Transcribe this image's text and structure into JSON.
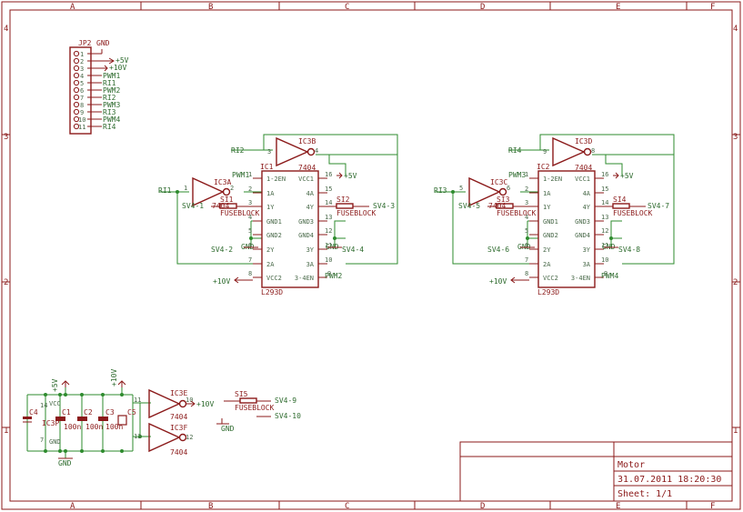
{
  "border": {
    "columns": [
      "A",
      "B",
      "C",
      "D",
      "E",
      "F"
    ],
    "rows": [
      "4",
      "3",
      "2",
      "1"
    ]
  },
  "connector": {
    "ref": "JP2",
    "gnd_label": "GND",
    "pins": [
      "1",
      "2",
      "3",
      "4",
      "5",
      "6",
      "7",
      "8",
      "9",
      "10",
      "11"
    ],
    "nets": [
      "+5V",
      "+10V",
      "PWM1",
      "RI1",
      "PWM2",
      "RI2",
      "PWM3",
      "RI3",
      "PWM4",
      "RI4"
    ]
  },
  "left_block": {
    "driver_ref": "IC1",
    "driver_type": "L293D",
    "inv_top_ref": "IC3B",
    "inv_top_type": "7404",
    "inv_left_ref": "IC3A",
    "inv_left_type": "7404",
    "pin_names_left": [
      "1-2EN",
      "1A",
      "1Y",
      "GND1",
      "GND2",
      "2Y",
      "2A",
      "VCC2"
    ],
    "pin_names_right": [
      "VCC1",
      "4A",
      "4Y",
      "GND3",
      "GND4",
      "3Y",
      "3A",
      "3-4EN"
    ],
    "pin_nums_left": [
      "1",
      "2",
      "3",
      "4",
      "5",
      "6",
      "7",
      "8"
    ],
    "pin_nums_right": [
      "16",
      "15",
      "14",
      "13",
      "12",
      "11",
      "10",
      "9"
    ],
    "inv_top_pins": [
      "3",
      "4"
    ],
    "inv_left_pins": [
      "1",
      "2"
    ],
    "net_ri_top": "RI2",
    "net_ri_left": "RI1",
    "net_pwm_top": "PWM1",
    "net_pwm_bottom": "PWM2",
    "net_5v": "+5V",
    "net_10v": "+10V",
    "net_gnd_left": "GND",
    "net_gnd_right": "GND",
    "fuse1": "SI1",
    "fuse2": "SI2",
    "fuse_type": "FUSEBLOCK",
    "out1": "SV4-1",
    "out2": "SV4-2",
    "out3": "SV4-3",
    "out4": "SV4-4"
  },
  "right_block": {
    "driver_ref": "IC2",
    "driver_type": "L293D",
    "inv_top_ref": "IC3D",
    "inv_top_type": "7404",
    "inv_left_ref": "IC3C",
    "inv_left_type": "7404",
    "pin_names_left": [
      "1-2EN",
      "1A",
      "1Y",
      "GND1",
      "GND2",
      "2Y",
      "2A",
      "VCC2"
    ],
    "pin_names_right": [
      "VCC1",
      "4A",
      "4Y",
      "GND3",
      "GND4",
      "3Y",
      "3A",
      "3-4EN"
    ],
    "pin_nums_left": [
      "1",
      "2",
      "3",
      "4",
      "5",
      "6",
      "7",
      "8"
    ],
    "pin_nums_right": [
      "16",
      "15",
      "14",
      "13",
      "12",
      "11",
      "10",
      "9"
    ],
    "inv_top_pins": [
      "9",
      "8"
    ],
    "inv_left_pins": [
      "5",
      "6"
    ],
    "net_ri_top": "RI4",
    "net_ri_left": "RI3",
    "net_pwm_top": "PWM3",
    "net_pwm_bottom": "PWM4",
    "net_5v": "+5V",
    "net_10v": "+10V",
    "net_gnd_left": "GND",
    "net_gnd_right": "GND",
    "fuse1": "SI3",
    "fuse2": "SI4",
    "fuse_type": "FUSEBLOCK",
    "out1": "SV4-5",
    "out2": "SV4-6",
    "out3": "SV4-7",
    "out4": "SV4-8"
  },
  "power": {
    "ic_ref": "IC3P",
    "vcc_label": "+5V",
    "vcc_pin": "14",
    "gnd_pin": "7",
    "pin_vcc_name": "VCC",
    "pin_gnd_name": "GND",
    "v10_label": "+10V",
    "gnd_label": "GND",
    "c4": "C4",
    "c1": "C1",
    "c1_val": "100n",
    "c2": "C2",
    "c2_val": "100n",
    "c3": "C3",
    "c3_val": "100n",
    "c5": "C5"
  },
  "spare": {
    "inv1_ref": "IC3E",
    "inv1_type": "7404",
    "inv1_pins": [
      "11",
      "10"
    ],
    "inv2_ref": "IC3F",
    "inv2_type": "7404",
    "inv2_pins": [
      "13",
      "12"
    ],
    "v10_label": "+10V",
    "gnd_label": "GND",
    "fuse": "SI5",
    "fuse_type": "FUSEBLOCK",
    "out1": "SV4-9",
    "out2": "SV4-10"
  },
  "title_block": {
    "name": "Motor",
    "date": "31.07.2011 18:20:30",
    "sheet": "Sheet: 1/1"
  }
}
